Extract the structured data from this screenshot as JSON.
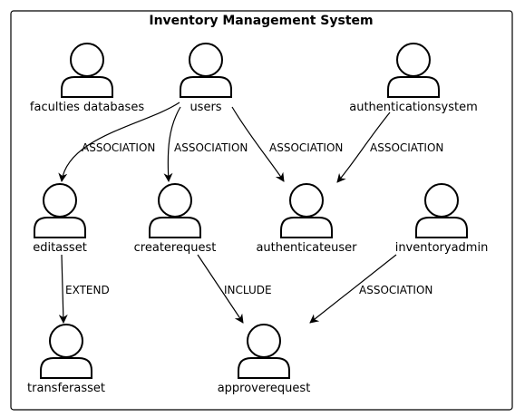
{
  "system": {
    "title": "Inventory Management System"
  },
  "actors": [
    {
      "id": "faculties",
      "label": "faculties databases"
    },
    {
      "id": "users",
      "label": "users"
    },
    {
      "id": "authsys",
      "label": "authenticationsystem"
    },
    {
      "id": "editasset",
      "label": "editasset"
    },
    {
      "id": "createrequest",
      "label": "createrequest"
    },
    {
      "id": "authuser",
      "label": "authenticateuser"
    },
    {
      "id": "invadmin",
      "label": "inventoryadmin"
    },
    {
      "id": "transfer",
      "label": "transferasset"
    },
    {
      "id": "approve",
      "label": "approverequest"
    }
  ],
  "edges": [
    {
      "from": "users",
      "to": "editasset",
      "label": "ASSOCIATION"
    },
    {
      "from": "users",
      "to": "createrequest",
      "label": "ASSOCIATION"
    },
    {
      "from": "users",
      "to": "authuser",
      "label": "ASSOCIATION"
    },
    {
      "from": "authsys",
      "to": "authuser",
      "label": "ASSOCIATION"
    },
    {
      "from": "editasset",
      "to": "transfer",
      "label": "EXTEND"
    },
    {
      "from": "createrequest",
      "to": "approve",
      "label": "INCLUDE"
    },
    {
      "from": "invadmin",
      "to": "approve",
      "label": "ASSOCIATION"
    }
  ]
}
